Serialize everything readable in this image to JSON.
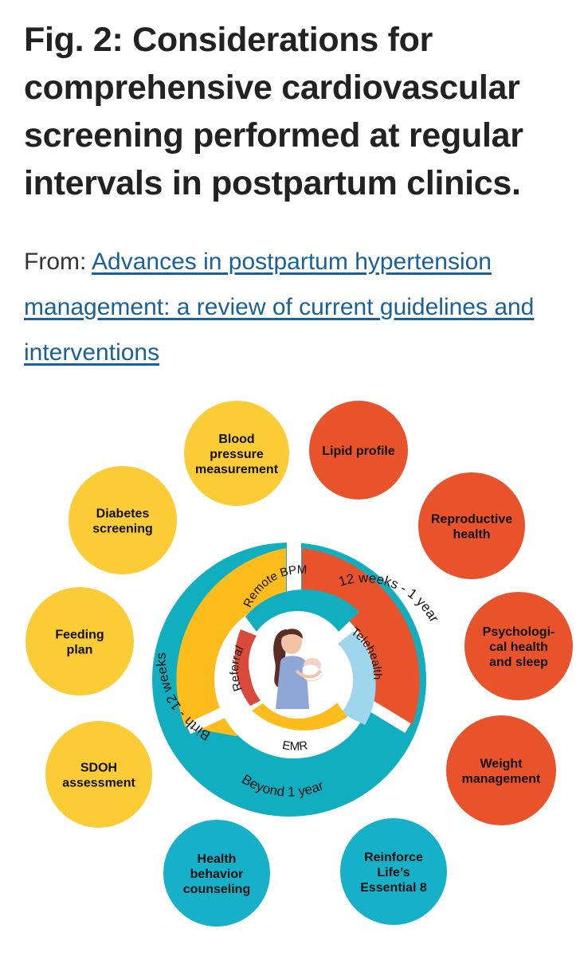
{
  "figure": {
    "title": "Fig. 2: Considerations for comprehensive cardiovascular screening performed at regular intervals in postpartum clinics.",
    "source_prefix": "From: ",
    "source_link": "Advances in postpartum hypertension management: a review of current guidelines and interventions"
  },
  "colors": {
    "yellow": "#fccc36",
    "orange_red": "#e8532b",
    "teal": "#16b1c9",
    "ring_teal": "#11aebf",
    "ring_yellow": "#fcbd1c",
    "light_blue": "#9fd6ee",
    "red": "#d94a3b"
  },
  "diagram": {
    "bubbles": [
      {
        "lines": [
          "Blood",
          "pressure",
          "measurement"
        ],
        "color": "yellow"
      },
      {
        "lines": [
          "Lipid profile"
        ],
        "color": "orange_red"
      },
      {
        "lines": [
          "Reproductive",
          "health"
        ],
        "color": "orange_red"
      },
      {
        "lines": [
          "Psychologi-",
          "cal health",
          "and sleep"
        ],
        "color": "orange_red"
      },
      {
        "lines": [
          "Weight",
          "management"
        ],
        "color": "orange_red"
      },
      {
        "lines": [
          "Reinforce",
          "Life’s",
          "Essential 8"
        ],
        "color": "teal"
      },
      {
        "lines": [
          "Health",
          "behavior",
          "counseling"
        ],
        "color": "teal"
      },
      {
        "lines": [
          "SDOH",
          "assessment"
        ],
        "color": "yellow"
      },
      {
        "lines": [
          "Feeding",
          "plan"
        ],
        "color": "yellow"
      },
      {
        "lines": [
          "Diabetes",
          "screening"
        ],
        "color": "yellow"
      }
    ],
    "outer_segments": {
      "birth": "Birth - 12 weeks",
      "twelve_weeks": "12 weeks - 1 year",
      "beyond": "Beyond 1 year"
    },
    "inner_segments": {
      "remote": "Remote BPM",
      "telehealth": "Telehealth",
      "emr": "EMR",
      "referral": "Referral"
    },
    "center_image": "mother-with-baby-illustration"
  }
}
